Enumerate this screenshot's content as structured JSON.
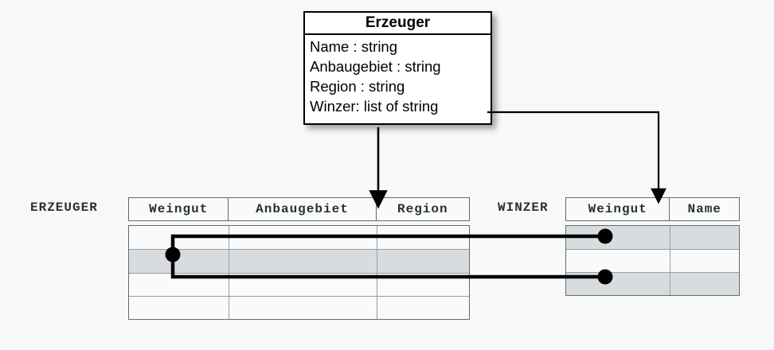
{
  "diagram": {
    "background_color": "#f8f8f8",
    "line_color": "#000000",
    "table_border_color": "#5c6d73",
    "shaded_row_color": "#d9dcdf",
    "label_color": "#263238"
  },
  "uml_class": {
    "name": "Erzeuger",
    "attributes": [
      "Name : string",
      "Anbaugebiet : string",
      "Region : string",
      "Winzer: list of string"
    ]
  },
  "tables": [
    {
      "label": "ERZEUGER",
      "columns": [
        "Weingut",
        "Anbaugebiet",
        "Region"
      ],
      "rows": [
        {
          "shaded": false,
          "cells": [
            "",
            "",
            ""
          ]
        },
        {
          "shaded": true,
          "cells": [
            "",
            "",
            ""
          ]
        },
        {
          "shaded": false,
          "cells": [
            "",
            "",
            ""
          ]
        },
        {
          "shaded": false,
          "cells": [
            "",
            "",
            ""
          ]
        }
      ]
    },
    {
      "label": "WINZER",
      "columns": [
        "Weingut",
        "Name"
      ],
      "rows": [
        {
          "shaded": true,
          "cells": [
            "",
            ""
          ]
        },
        {
          "shaded": false,
          "cells": [
            "",
            ""
          ]
        },
        {
          "shaded": true,
          "cells": [
            "",
            ""
          ]
        }
      ]
    }
  ],
  "connectors": {
    "arrow_to_erzeuger_region": "Winzer attribute maps down into ERZEUGER table",
    "arrow_to_winzer_weingut": "Winzer attribute maps right then down into WINZER Weingut column",
    "join_links": [
      "ERZEUGER row 2 Weingut to WINZER row 1 Weingut",
      "ERZEUGER row 2 Weingut to WINZER row 3 Weingut"
    ]
  }
}
